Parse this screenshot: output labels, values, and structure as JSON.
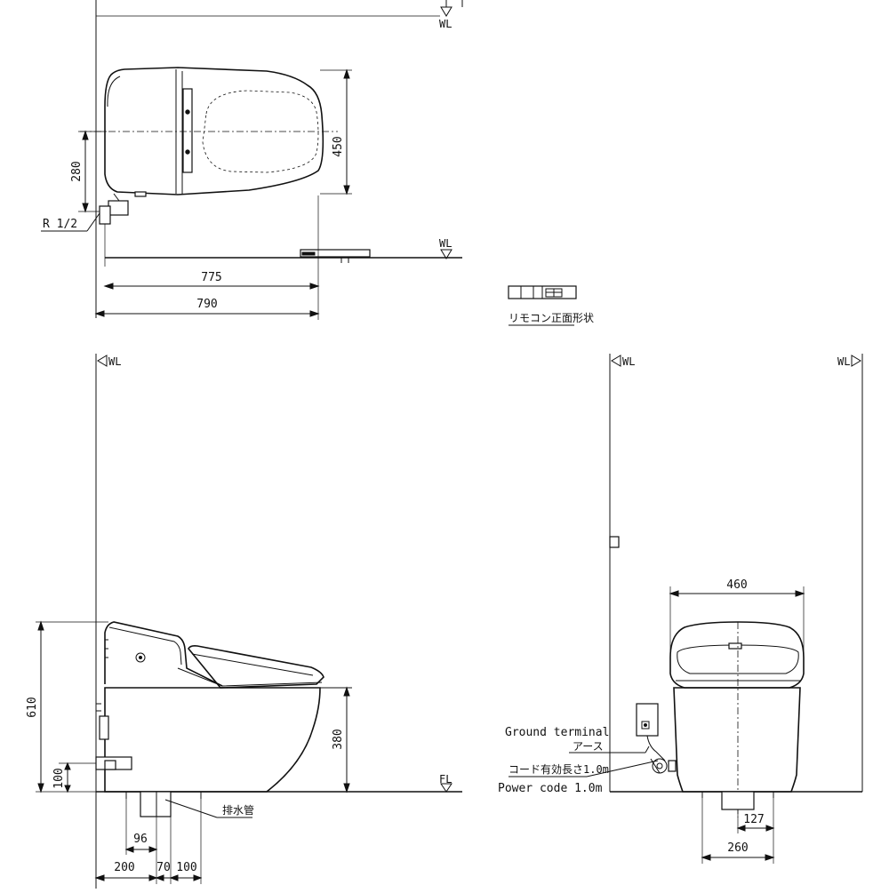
{
  "labels": {
    "wl": "WL",
    "fl": "FL",
    "r12": "R 1/2",
    "remote_caption": "リモコン正面形状",
    "drain_pipe": "排水管",
    "ground_terminal_en": "Ground terminal",
    "ground_terminal_jp": "アース",
    "cord_jp": "コード有効長さ1.0m",
    "power_code_en": "Power code 1.0m"
  },
  "dimensions": {
    "top_775": "775",
    "top_790": "790",
    "top_450": "450",
    "top_280": "280",
    "side_610": "610",
    "side_380": "380",
    "side_100": "100",
    "side_96": "96",
    "side_200": "200",
    "side_70": "70",
    "side_100b": "100",
    "front_460": "460",
    "front_127": "127",
    "front_260": "260"
  }
}
